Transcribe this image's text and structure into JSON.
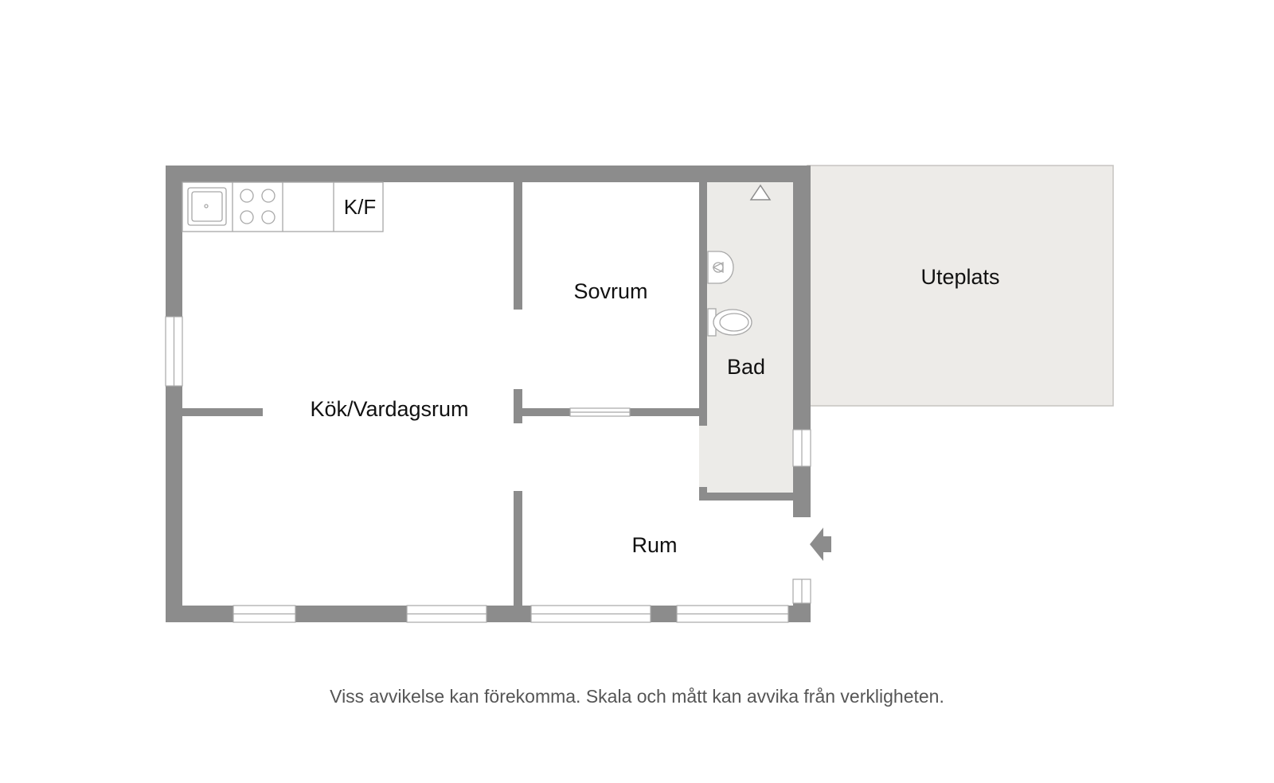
{
  "rooms": {
    "kok_vardagsrum": "Kök/Vardagsrum",
    "sovrum": "Sovrum",
    "bad": "Bad",
    "uteplats": "Uteplats",
    "rum": "Rum",
    "kf": "K/F"
  },
  "disclaimer": "Viss avvikelse kan förekomma. Skala och mått kan avvika från verkligheten.",
  "colors": {
    "wall": "#8c8c8c",
    "bath_floor": "#ecebe8",
    "terrace": "#edebe8",
    "fixture_stroke": "#a8a8a8",
    "text": "#111111"
  },
  "icons": [
    "sink-icon",
    "stove-icon",
    "toilet-icon",
    "washbasin-icon",
    "entrance-arrow-icon",
    "north-triangle-icon"
  ]
}
